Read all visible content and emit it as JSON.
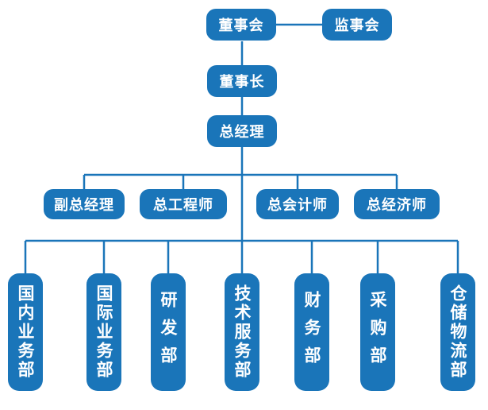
{
  "top": {
    "board": "董事会",
    "supervisors": "监事会",
    "chairman": "董事长",
    "general_manager": "总经理"
  },
  "executives": [
    "副总经理",
    "总工程师",
    "总会计师",
    "总经济师"
  ],
  "departments": [
    "国内业务部",
    "国际业务部",
    "研发部",
    "技术服务部",
    "财务部",
    "采购部",
    "仓储物流部"
  ],
  "colors": {
    "box": "#1a75b9",
    "line": "#1a75b9",
    "text": "#ffffff"
  }
}
